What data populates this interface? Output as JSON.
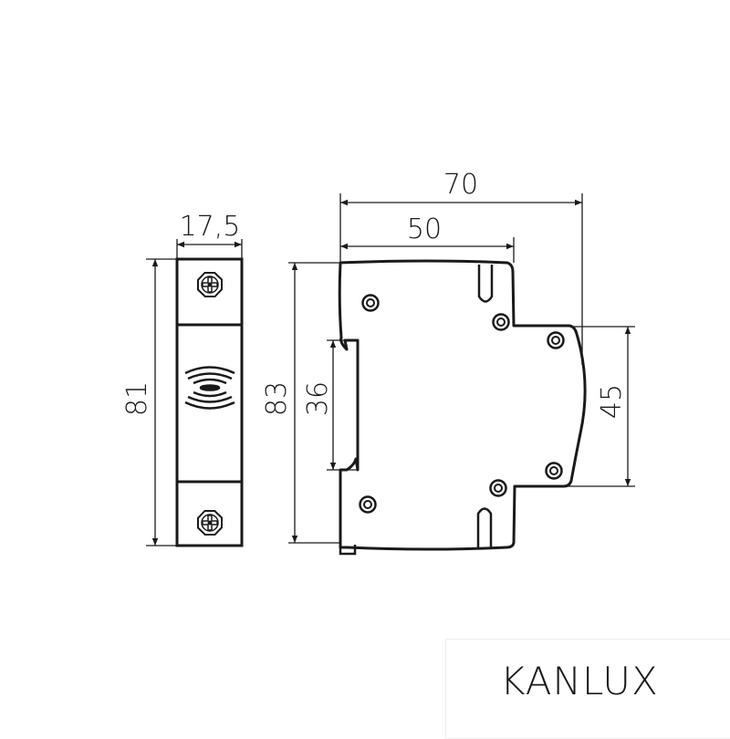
{
  "front_view": {
    "width_label": "17,5",
    "height_label": "81"
  },
  "side_view": {
    "overall_depth_label": "70",
    "step_depth_label": "50",
    "height_label": "83",
    "din_rail_label": "36",
    "front_height_label": "45"
  },
  "logo": {
    "text": "KANLUX"
  },
  "colors": {
    "line": "#1a1a1a",
    "background": "#ffffff"
  }
}
